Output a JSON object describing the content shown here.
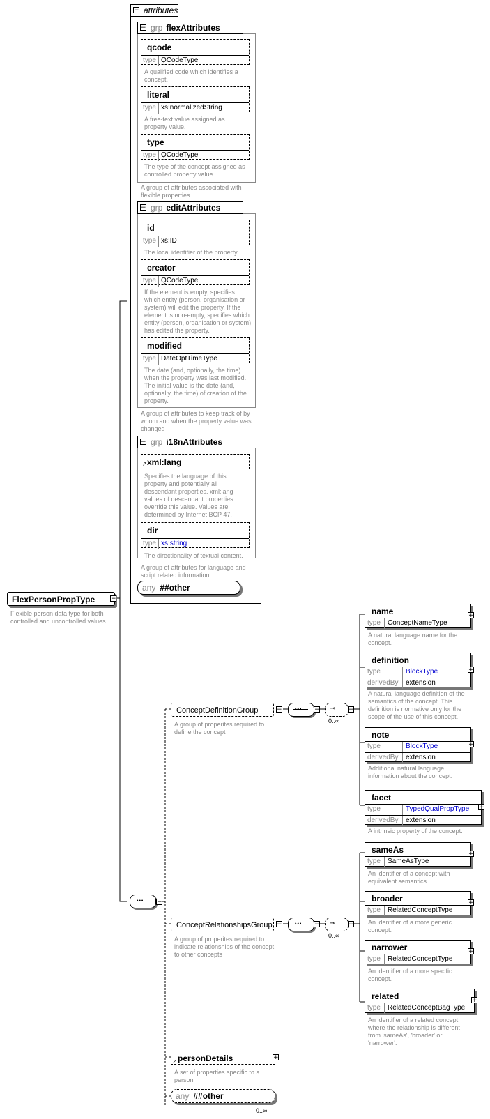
{
  "root": {
    "name": "FlexPersonPropType",
    "description": "Flexible person data type for both controlled and uncontrolled values"
  },
  "attributes_label": "attributes",
  "groups": {
    "flex": {
      "prefix": "grp",
      "name": "flexAttributes",
      "description": "A group of attributes associated with flexible properties",
      "attrs": [
        {
          "name": "qcode",
          "type_key": "type",
          "type": "QCodeType",
          "description": "A qualified code which identifies a concept."
        },
        {
          "name": "literal",
          "type_key": "type",
          "type": "xs:normalizedString",
          "description": "A free-text value assigned as property value."
        },
        {
          "name": "type",
          "type_key": "type",
          "type": "QCodeType",
          "description": "The type of the concept assigned as controlled property value."
        }
      ]
    },
    "edit": {
      "prefix": "grp",
      "name": "editAttributes",
      "description": "A group of attributes to keep track of by whom and when the property value was changed",
      "attrs": [
        {
          "name": "id",
          "type_key": "type",
          "type": "xs:ID",
          "description": "The local identifier of the property."
        },
        {
          "name": "creator",
          "type_key": "type",
          "type": "QCodeType",
          "description": "If the element is empty, specifies which entity (person, organisation or system) will edit the property. If the element is non-empty, specifies which entity (person, organisation or system) has edited the property."
        },
        {
          "name": "modified",
          "type_key": "type",
          "type": "DateOptTimeType",
          "description": "The date (and, optionally, the time) when the property was last modified. The initial value is the date (and, optionally, the time) of creation of the property."
        }
      ]
    },
    "i18n": {
      "prefix": "grp",
      "name": "i18nAttributes",
      "description": "A group of attributes for language and script related information",
      "xmllang": {
        "name": "xml:lang",
        "description": "Specifies the language of this property and potentially all descendant properties. xml:lang values of descendant properties override this value. Values are determined by Internet BCP 47."
      },
      "dir": {
        "name": "dir",
        "type_key": "type",
        "type": "xs:string",
        "description": "The directionality of textual content."
      }
    }
  },
  "any_attr": {
    "prefix": "any",
    "name": "##other"
  },
  "concept_def_group": {
    "name": "ConceptDefinitionGroup",
    "description": "A group of properites required to define the concept",
    "card": "0..∞",
    "elements": [
      {
        "name": "name",
        "type": "ConceptNameType",
        "description": "A natural language name for the concept."
      },
      {
        "name": "definition",
        "type": "BlockType",
        "derivedBy": "extension",
        "description": "A natural language definition of the semantics of the concept. This definition is normative only for the scope of the use of this concept."
      },
      {
        "name": "note",
        "type": "BlockType",
        "derivedBy": "extension",
        "description": "Additional natural language information about the concept."
      },
      {
        "name": "facet",
        "type": "TypedQualPropType",
        "derivedBy": "extension",
        "description": "A intrinsic property of the concept."
      }
    ]
  },
  "concept_rel_group": {
    "name": "ConceptRelationshipsGroup",
    "description": "A group of properites required to indicate relationships of the concept to other concepts",
    "card": "0..∞",
    "elements": [
      {
        "name": "sameAs",
        "type": "SameAsType",
        "description": "An identifier of a concept with equivalent semantics"
      },
      {
        "name": "broader",
        "type": "RelatedConceptType",
        "description": "An identifier of a more generic concept."
      },
      {
        "name": "narrower",
        "type": "RelatedConceptType",
        "description": "An identifier of a more specific concept."
      },
      {
        "name": "related",
        "type": "RelatedConceptBagType",
        "description": "An identifier of a related concept, where the relationship is different from 'sameAs', 'broader' or 'narrower'."
      }
    ]
  },
  "labels": {
    "type": "type",
    "derivedBy": "derivedBy"
  },
  "person_details": {
    "name": "personDetails",
    "description": "A set of properties specific to a person"
  },
  "any_element": {
    "prefix": "any",
    "name": "##other",
    "card": "0..∞"
  },
  "colors": {
    "link": "#0000d0",
    "muted": "#888888"
  }
}
